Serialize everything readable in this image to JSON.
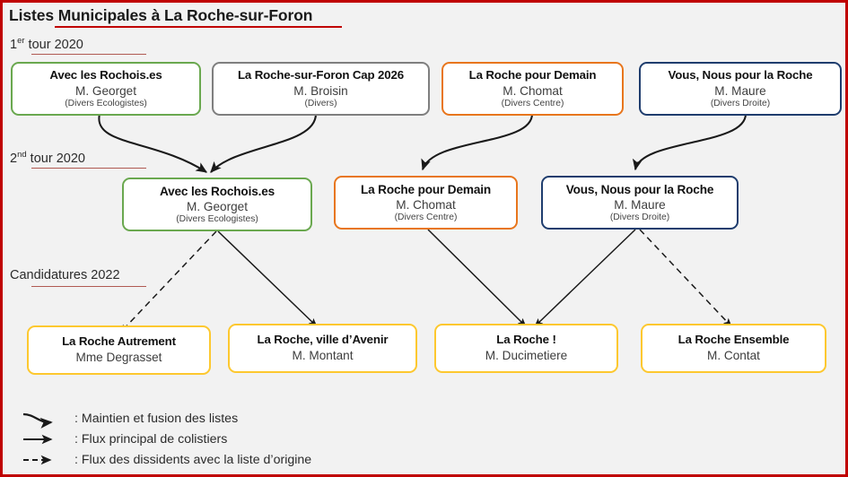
{
  "title": "Listes Municipales à La Roche-sur-Foron",
  "colors": {
    "frame_border": "#c00000",
    "background": "#f2f2f2",
    "green": "#6aa84f",
    "gray": "#7f7f7f",
    "orange": "#e8761d",
    "blue": "#1f3d6e",
    "yellow": "#fdc82f",
    "rule_red": "#c00000",
    "rule_stage": "#b05a52",
    "arrow": "#1a1a1a"
  },
  "stages": [
    {
      "id": "tour1",
      "label_main": "1",
      "label_sup": "er",
      "label_rest": " tour 2020"
    },
    {
      "id": "tour2",
      "label_main": "2",
      "label_sup": "nd",
      "label_rest": " tour 2020"
    },
    {
      "id": "cand2022",
      "label_main": "Candidatures 2022",
      "label_sup": "",
      "label_rest": ""
    }
  ],
  "round1": [
    {
      "title": "Avec les Rochois.es",
      "person": "M. Georget",
      "party": "(Divers Ecologistes)",
      "color": "green"
    },
    {
      "title": "La Roche-sur-Foron Cap 2026",
      "person": "M. Broisin",
      "party": "(Divers)",
      "color": "gray"
    },
    {
      "title": "La Roche pour Demain",
      "person": "M. Chomat",
      "party": "(Divers Centre)",
      "color": "orange"
    },
    {
      "title": "Vous, Nous pour la Roche",
      "person": "M. Maure",
      "party": "(Divers Droite)",
      "color": "blue"
    }
  ],
  "round2": [
    {
      "title": "Avec les Rochois.es",
      "person": "M. Georget",
      "party": "(Divers Ecologistes)",
      "color": "green"
    },
    {
      "title": "La Roche pour Demain",
      "person": "M. Chomat",
      "party": "(Divers Centre)",
      "color": "orange"
    },
    {
      "title": "Vous, Nous pour la Roche",
      "person": "M. Maure",
      "party": "(Divers Droite)",
      "color": "blue"
    }
  ],
  "candidates2022": [
    {
      "title": "La Roche Autrement",
      "person": "Mme Degrasset",
      "party": "",
      "color": "yellow"
    },
    {
      "title": "La Roche, ville d’Avenir",
      "person": "M. Montant",
      "party": "",
      "color": "yellow"
    },
    {
      "title": "La Roche !",
      "person": "M. Ducimetiere",
      "party": "",
      "color": "yellow"
    },
    {
      "title": "La Roche Ensemble",
      "person": "M. Contat",
      "party": "",
      "color": "yellow"
    }
  ],
  "legend": [
    {
      "glyph": "curved-arrow-icon",
      "text": ": Maintien et fusion des listes"
    },
    {
      "glyph": "straight-arrow-icon",
      "text": ": Flux principal de colistiers"
    },
    {
      "glyph": "dashed-arrow-icon",
      "text": ": Flux des dissidents  avec la liste d’origine"
    }
  ]
}
